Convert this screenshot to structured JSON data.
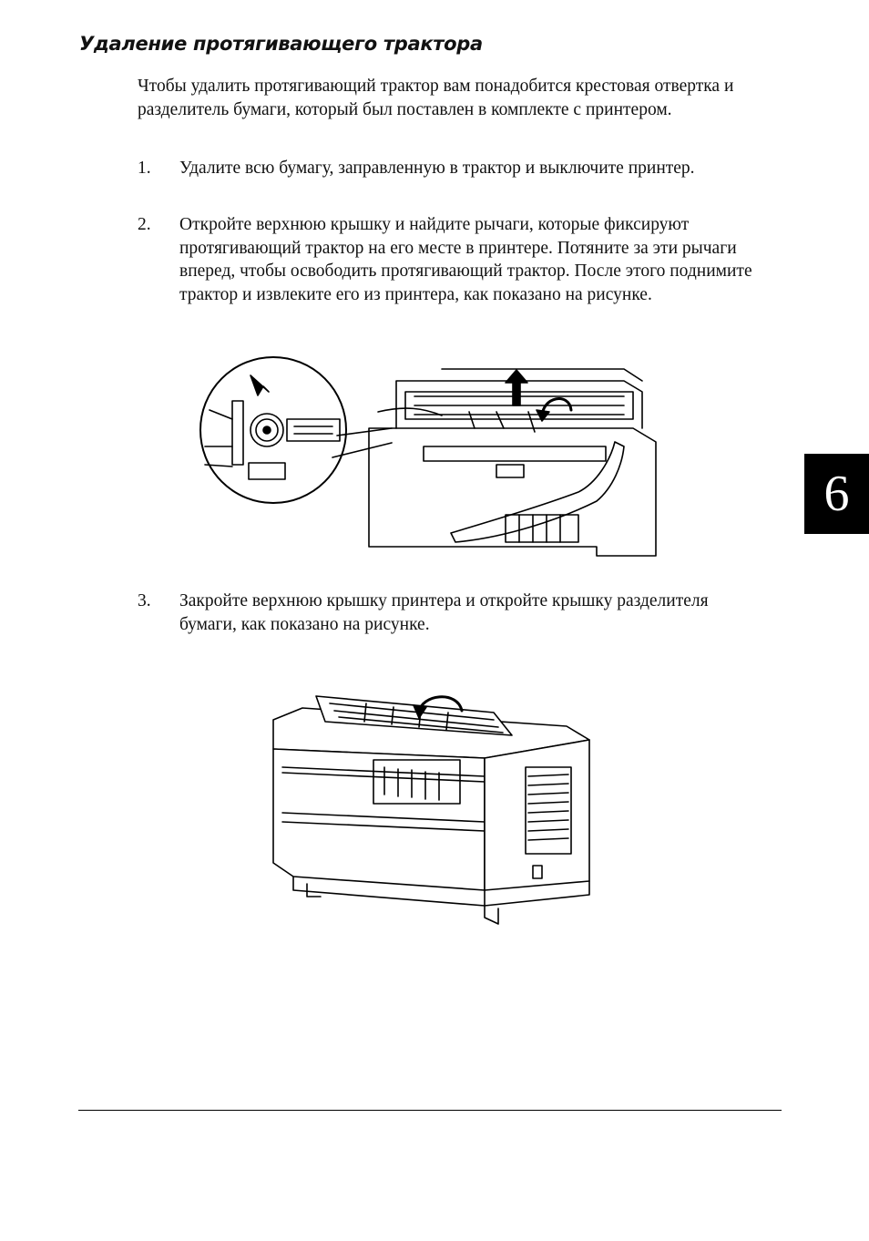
{
  "heading": "Удаление протягивающего трактора",
  "intro": "Чтобы удалить протягивающий трактор вам понадобится крестовая отвертка и разделитель бумаги, который был поставлен в комплекте с принтером.",
  "steps": [
    {
      "num": "1.",
      "text": "Удалите всю бумагу, заправленную в трактор и выключите принтер."
    },
    {
      "num": "2.",
      "text": "Откройте верхнюю крышку и найдите рычаги, которые фиксируют протягивающий трактор на его месте в принтере. Потяните за эти рычаги вперед, чтобы освободить протягивающий трактор. После этого поднимите трактор и извлеките его из принтера, как показано на рисунке."
    },
    {
      "num": "3.",
      "text": "Закройте верхнюю крышку принтера и откройте крышку разделителя бумаги, как показано на рисунке."
    }
  ],
  "chapter_tab": "6"
}
